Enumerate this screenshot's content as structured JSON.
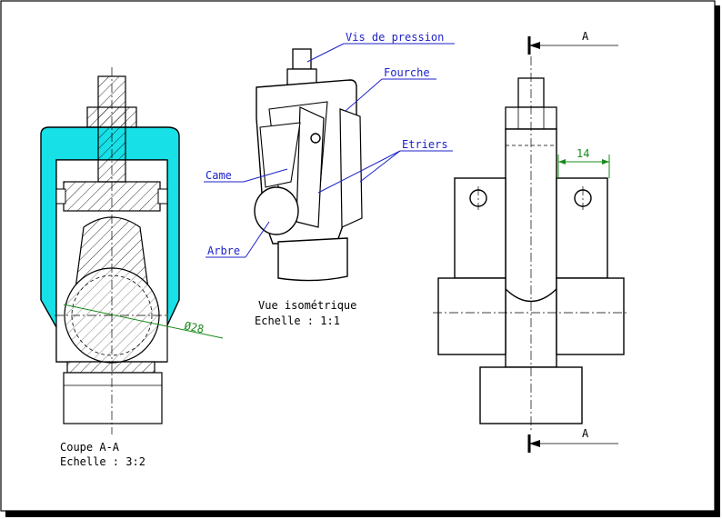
{
  "labels": {
    "vis": "Vis de pression",
    "fourche": "Fourche",
    "etriers": "Etriers",
    "came": "Came",
    "arbre": "Arbre"
  },
  "section": {
    "line1": "Coupe A-A",
    "line2": "Echelle :  3:2",
    "diameter": "Ø28"
  },
  "iso": {
    "line1": "Vue isométrique",
    "line2": "Echelle :  1:1"
  },
  "right_view": {
    "cut_label_top": "A",
    "cut_label_bottom": "A",
    "dimension": "14"
  },
  "colors": {
    "section_fill": "#17e0e6",
    "label_blue": "#1c22c8",
    "dim_green": "#1a8a1a"
  }
}
